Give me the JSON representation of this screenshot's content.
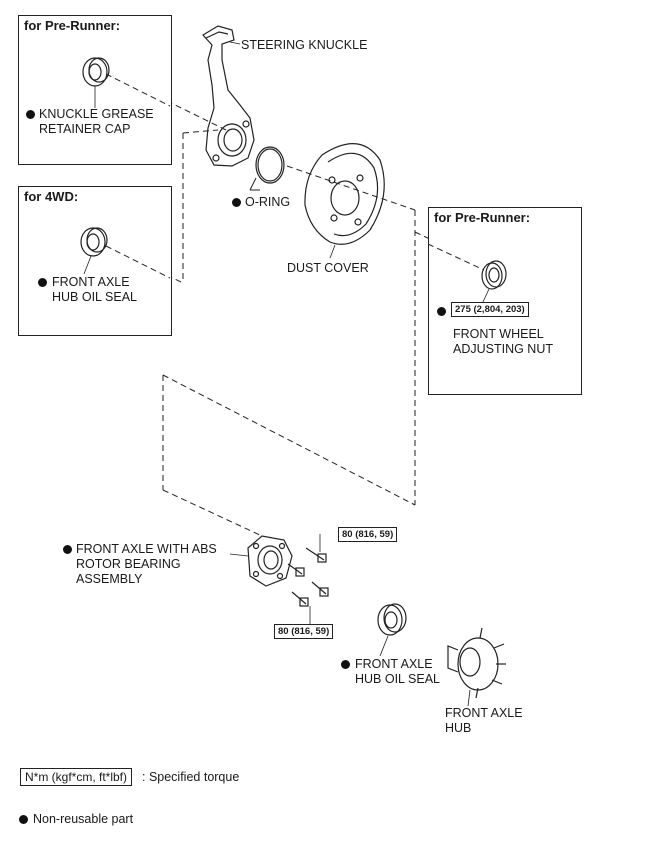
{
  "boxes": {
    "prerunner_top": "for Pre-Runner:",
    "fourwd": "for 4WD:",
    "prerunner_right": "for Pre-Runner:"
  },
  "labels": {
    "steering_knuckle": "STEERING KNUCKLE",
    "grease_cap": "KNUCKLE GREASE\nRETAINER CAP",
    "oring": "O-RING",
    "dust_cover": "DUST COVER",
    "hub_oil_seal_box": "FRONT AXLE\nHUB OIL SEAL",
    "adjusting_nut": "FRONT WHEEL\nADJUSTING NUT",
    "bearing_assembly": "FRONT AXLE WITH ABS\nROTOR BEARING\nASSEMBLY",
    "hub_oil_seal": "FRONT AXLE\nHUB OIL SEAL",
    "axle_hub": "FRONT AXLE\nHUB"
  },
  "torques": {
    "nut": "275 (2,804, 203)",
    "bolt_top": "80 (816, 59)",
    "bolt_bottom": "80 (816, 59)"
  },
  "legend": {
    "torque_unit": "N*m (kgf*cm, ft*lbf)",
    "torque_text": ": Specified torque",
    "nonreusable": "Non-reusable part"
  }
}
